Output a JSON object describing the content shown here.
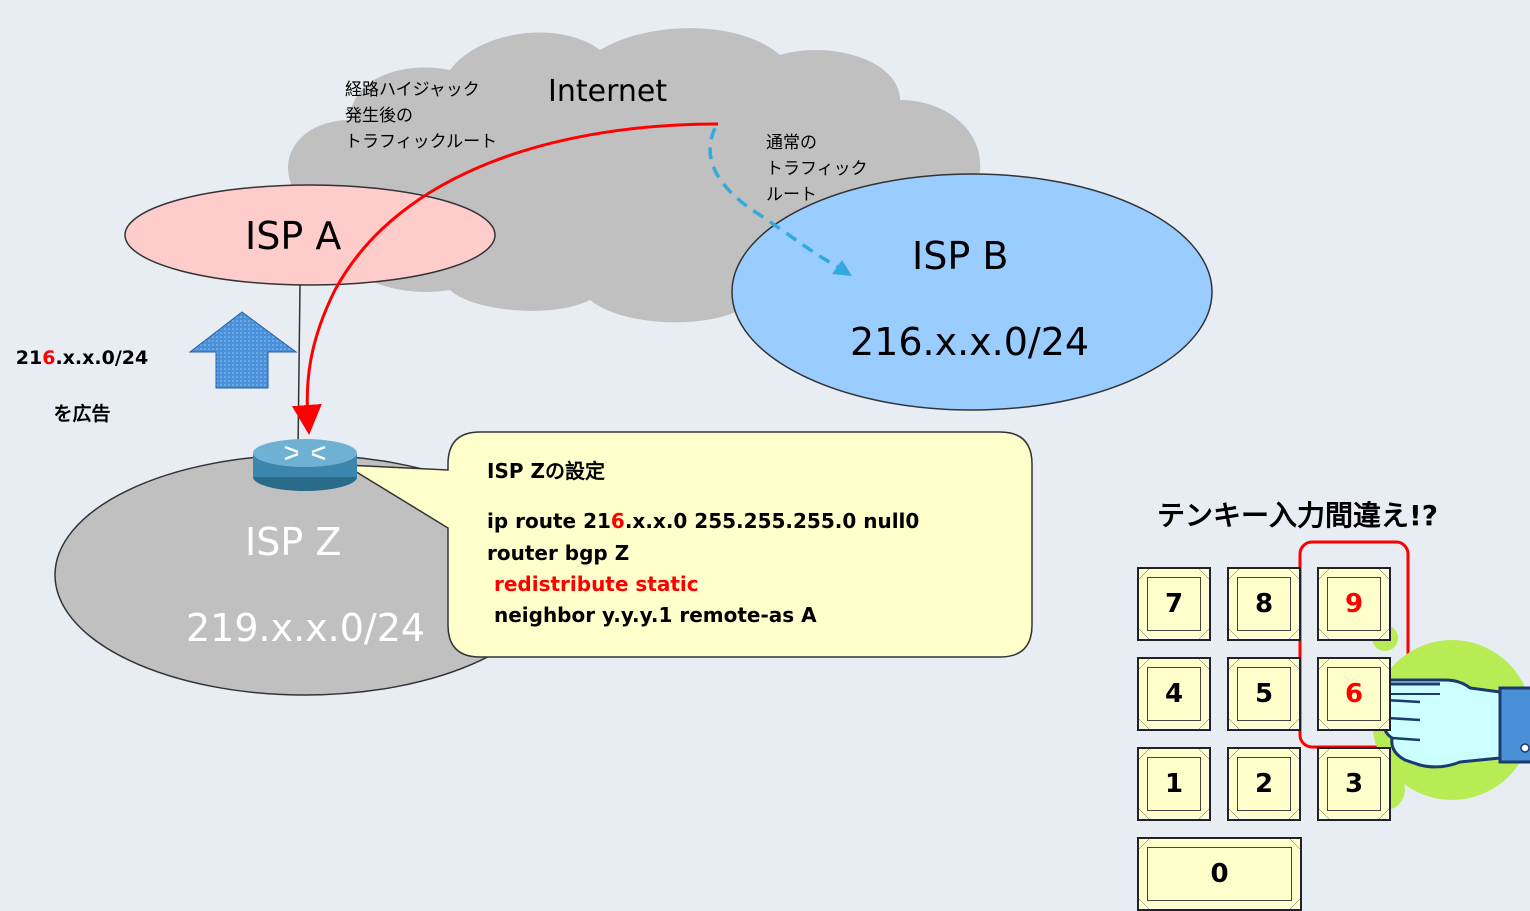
{
  "internet": {
    "label": "Internet"
  },
  "hijack_route_label": "経路ハイジャック\n発生後の\nトラフィックルート",
  "normal_route_label": "通常の\nトラフィック\nルート",
  "isp_a": {
    "label": "ISP A"
  },
  "isp_b": {
    "label": "ISP B",
    "prefix": "216.x.x.0/24"
  },
  "isp_z": {
    "label": "ISP Z",
    "prefix": "219.x.x.0/24"
  },
  "advertise": {
    "prefix_pre": "21",
    "prefix_highlight": "6",
    "prefix_post": ".x.x.0/24",
    "line2": "を広告"
  },
  "config": {
    "title": "ISP Zの設定",
    "line1_pre": "ip route 21",
    "line1_highlight": "6",
    "line1_post": ".x.x.0 255.255.255.0 null0",
    "line2": "router bgp Z",
    "line3": " redistribute static",
    "line4": " neighbor y.y.y.1 remote-as A"
  },
  "keypad_title": "テンキー入力間違え!?",
  "keys": [
    "7",
    "8",
    "9",
    "4",
    "5",
    "6",
    "1",
    "2",
    "3",
    "0"
  ],
  "colors": {
    "highlight": "#ff0000",
    "isp_a": "#ffcccc",
    "isp_b": "#99ccff",
    "isp_z": "#c0c0c0",
    "cloud": "#c0c0c0",
    "callout": "#ffffcc",
    "arrow_up": "#4a90d9"
  }
}
